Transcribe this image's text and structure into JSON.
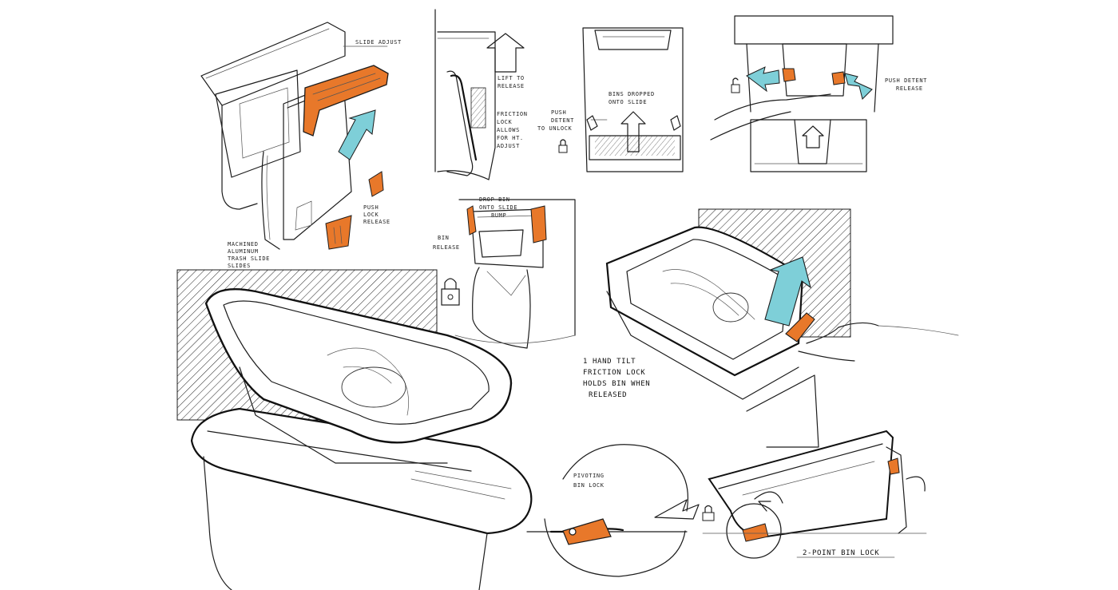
{
  "colors": {
    "ink": "#1c1c1c",
    "accent_orange": "#e8782a",
    "accent_cyan": "#7ecfd8",
    "paper": "#ffffff"
  },
  "annotations": {
    "slide_adjust": "SLIDE ADJUST",
    "lift_to_release": [
      "LIFT TO",
      "RELEASE"
    ],
    "friction_lock": [
      "FRICTION",
      "LOCK",
      "ALLOWS",
      "FOR HT.",
      "ADJUST"
    ],
    "bins_dropped": [
      "BINS DROPPED",
      "ONTO SLIDE"
    ],
    "push_detent_unlock": [
      "PUSH",
      "DETENT",
      "TO UNLOCK"
    ],
    "push_detent_release": [
      "PUSH DETENT",
      "RELEASE"
    ],
    "push_lock_release": [
      "PUSH",
      "LOCK",
      "RELEASE"
    ],
    "machined_aluminum": [
      "MACHINED",
      "ALUMINUM",
      "TRASH SLIDE",
      "SLIDES"
    ],
    "drop_bin": [
      "DROP BIN",
      "ONTO SLIDE",
      "BUMP"
    ],
    "bin_release": [
      "BIN",
      "RELEASE"
    ],
    "hand_tilt": [
      "1 HAND TILT",
      "FRICTION LOCK",
      "HOLDS BIN WHEN",
      "RELEASED"
    ],
    "pivoting_bin_lock": [
      "PIVOTING",
      "BIN LOCK"
    ],
    "two_point_lock": "2-POINT BIN LOCK"
  }
}
